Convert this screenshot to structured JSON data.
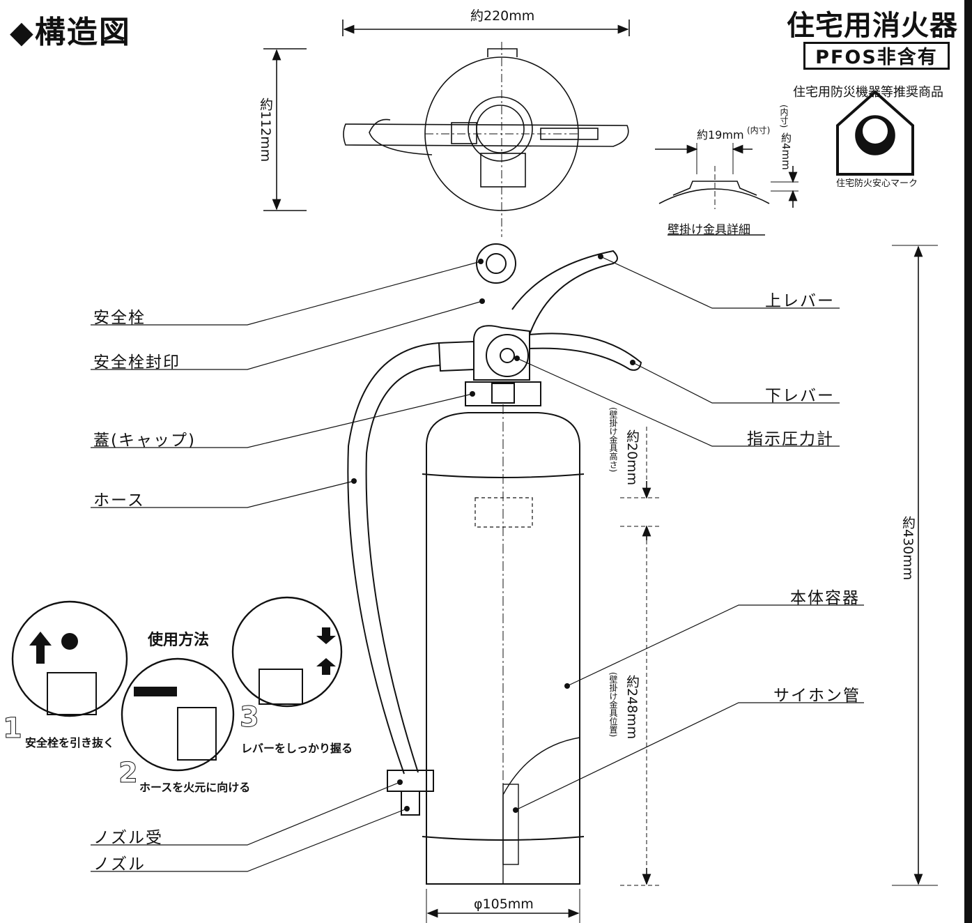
{
  "title": "◆構造図",
  "product_name": "住宅用消火器",
  "badge": "PFOS非含有",
  "recommend_text": "住宅用防災機器等推奨商品",
  "mark_caption": "住宅防火安心マーク",
  "mount_detail_caption": "壁掛け金具詳細",
  "dimensions": {
    "width_top": "約220mm",
    "depth_top": "約112mm",
    "hook_width": "約19mm",
    "hook_width_note": "(内寸)",
    "hook_height": "約4mm",
    "hook_height_note": "(内寸)",
    "total_height": "約430mm",
    "hook_height_body": "約20mm",
    "hook_height_body_note": "(壁掛け金具高さ)",
    "hook_position": "約248mm",
    "hook_position_note": "(壁掛け金具位置)",
    "diameter": "φ105mm"
  },
  "parts": {
    "safety_pin": "安全栓",
    "safety_pin_seal": "安全栓封印",
    "cap": "蓋(キャップ)",
    "hose": "ホース",
    "nozzle_holder": "ノズル受",
    "nozzle": "ノズル",
    "upper_lever": "上レバー",
    "lower_lever": "下レバー",
    "pressure_gauge": "指示圧力計",
    "body": "本体容器",
    "siphon": "サイホン管"
  },
  "usage": {
    "heading": "使用方法",
    "steps": [
      {
        "num": "1",
        "text": "安全栓を引き抜く"
      },
      {
        "num": "2",
        "text": "ホースを火元に向ける"
      },
      {
        "num": "3",
        "text": "レバーをしっかり握る"
      }
    ]
  }
}
